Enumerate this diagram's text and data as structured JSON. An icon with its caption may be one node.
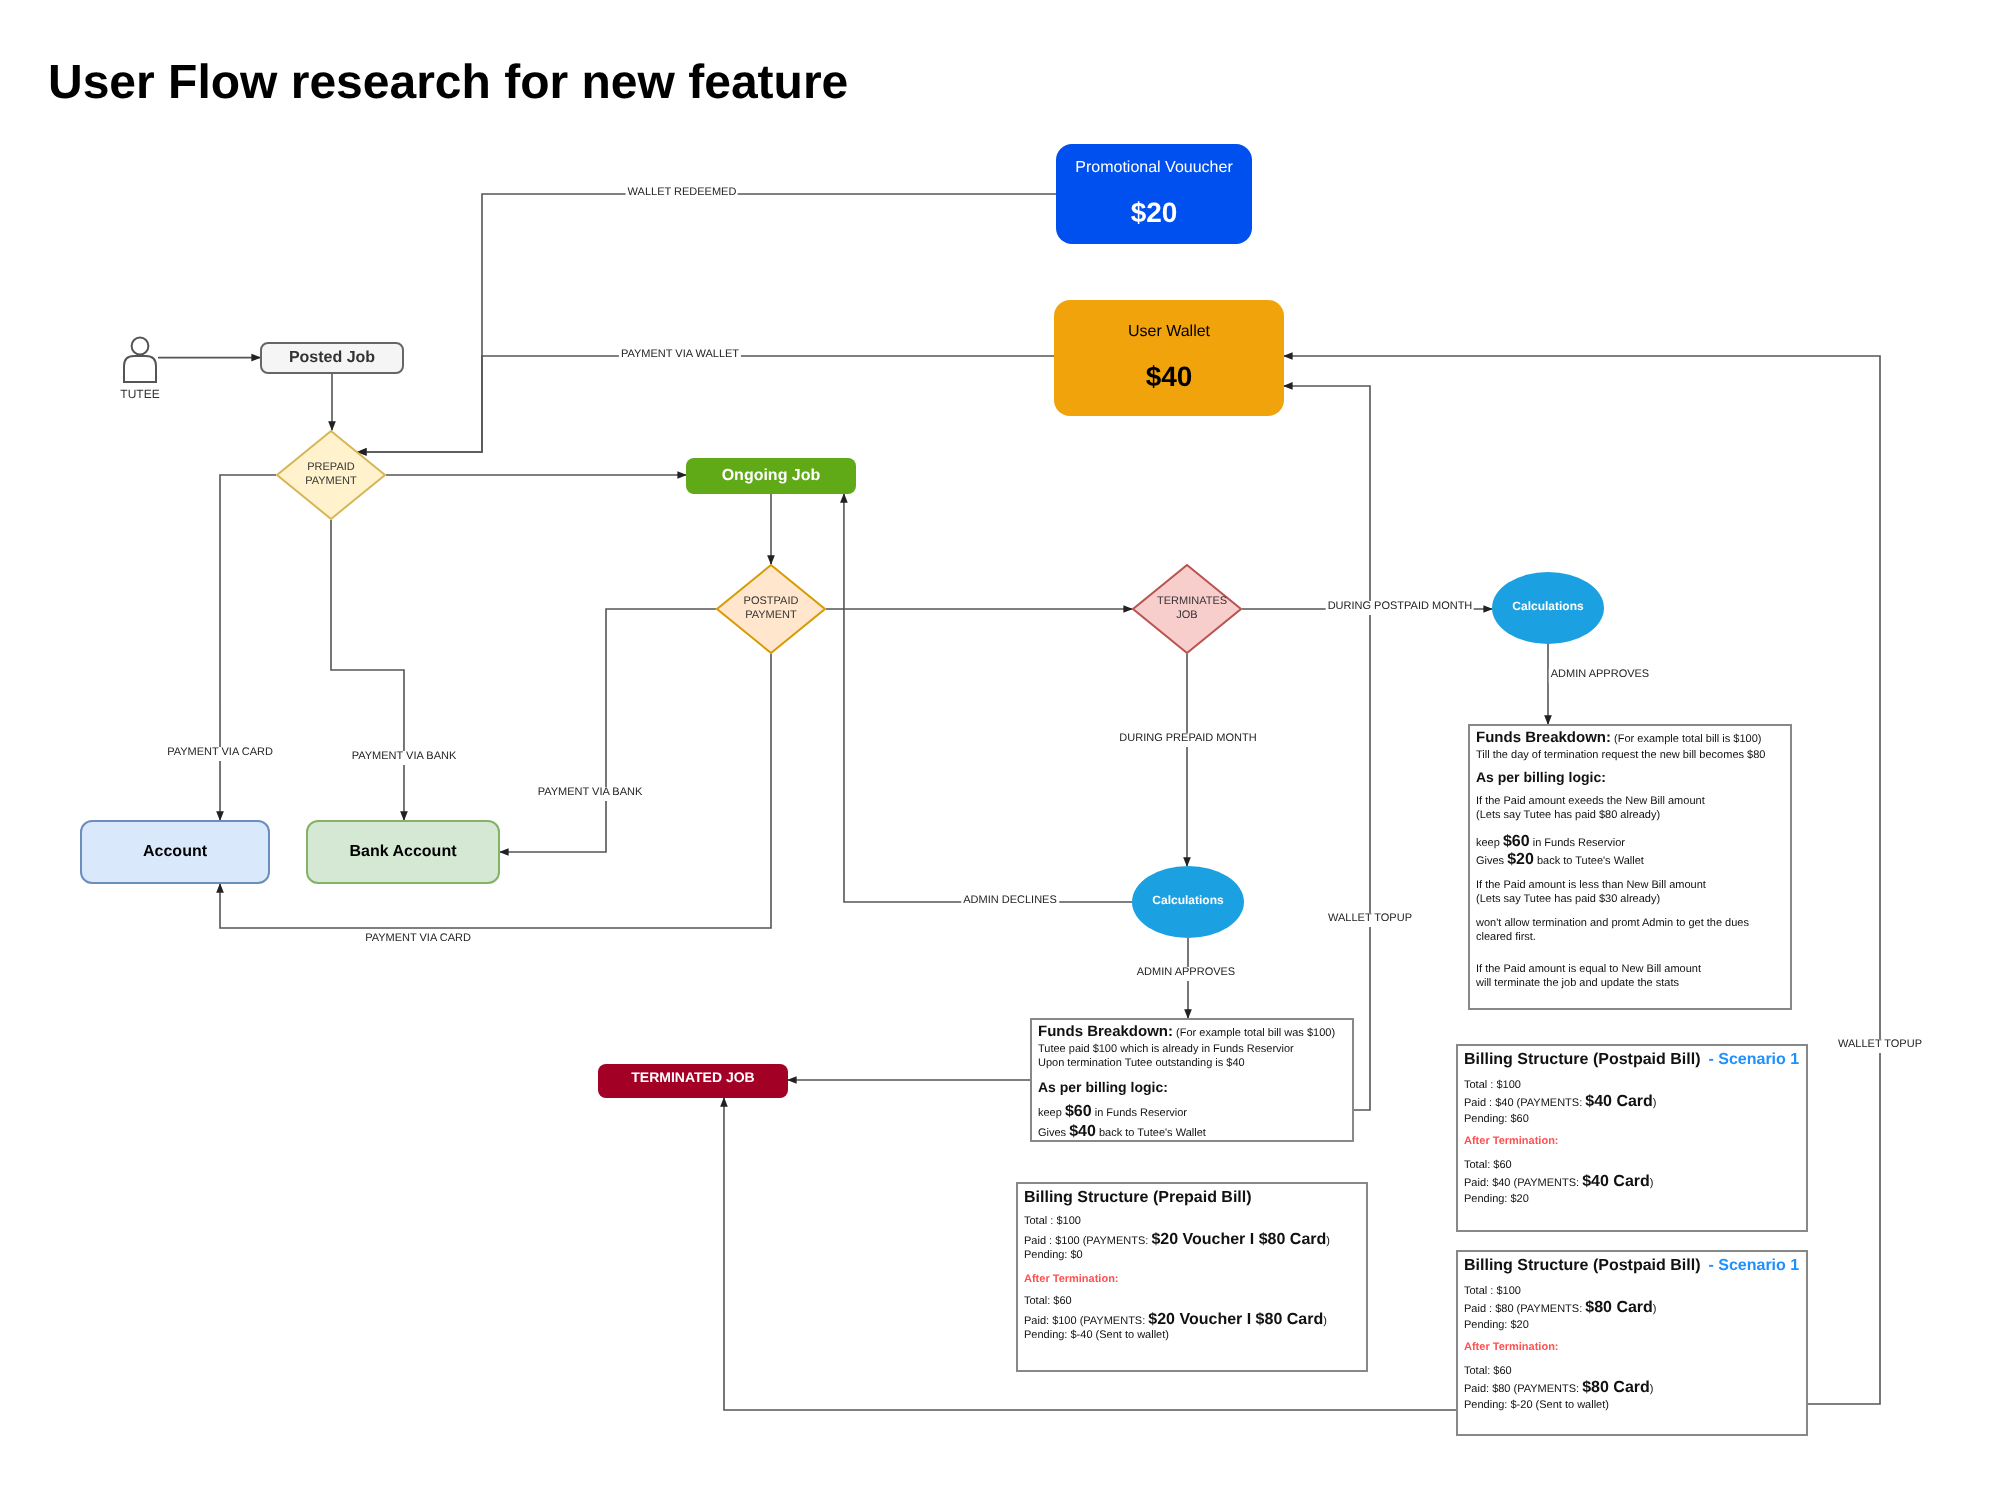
{
  "diagram": {
    "title": "User Flow research for new feature",
    "nodes": [
      {
        "text": [
          "TUTEE"
        ]
      },
      {
        "text": [
          "Posted Job"
        ]
      },
      {
        "text": [
          "PREPAID PAYMENT"
        ]
      },
      {
        "text": [
          "Promotional Vouucher",
          "$20"
        ]
      },
      {
        "text": [
          "User Wallet",
          "$40"
        ]
      },
      {
        "text": [
          "Ongoing Job"
        ]
      },
      {
        "text": [
          "POSTPAID PAYMENT"
        ]
      },
      {
        "text": [
          "TERMINATES JOB"
        ]
      },
      {
        "text": [
          "Calculations"
        ]
      },
      {
        "text": [
          "**Funds Breakdown:** (For example total bill is $100)",
          "Till the day of termination request the new bill becomes $80",
          "As per billing logic:",
          "If the Paid amount exeeds the New Bill amount",
          "(Lets say Tutee has paid $80 already)",
          "keep **$60** in Funds Reservior",
          "Gives **$20** back to Tutee's Wallet",
          "If the Paid amount is less than New Bill amount",
          "(Lets say Tutee has paid $30 already)",
          "won't allow termination and promt Admin to get the dues cleared first.",
          "If the Paid amount is equal to New Bill amount",
          "will terminate the job and update the stats"
        ]
      },
      {
        "text": [
          "Account"
        ]
      },
      {
        "text": [
          "Bank Account"
        ]
      },
      {
        "text": [
          "Calculations"
        ]
      },
      {
        "text": [
          "**Funds Breakdown:** (For example total bill was $100)",
          "Tutee paid $100 which is already in Funds Reservior",
          "Upon termination Tutee outstanding is $40",
          "As per billing logic:",
          "keep **$60** in Funds Reservior",
          "Gives **$40** back to Tutee's Wallet"
        ]
      },
      {
        "text": [
          "TERMINATED JOB"
        ]
      },
      {
        "text": [
          "Billing Structure (Prepaid Bill)",
          "Total : $100",
          "Paid : $100  (PAYMENTS: **$20 Voucher  I  $80 Card**)",
          "Pending: $0",
          "After Termination:",
          "Total: $60",
          "Paid: $100 (PAYMENTS: **$20 Voucher  I  $80 Card**)",
          "Pending: $-40 (Sent to wallet)"
        ]
      },
      {
        "text": [
          "Billing Structure (Postpaid Bill)",
          "-  Scenario 1",
          "Total : $100",
          "Paid : $40 (PAYMENTS: **$40 Card**)",
          "Pending: $60",
          "After Termination:",
          "Total: $60",
          "Paid: $40 (PAYMENTS: **$40 Card**)",
          "Pending: $20"
        ]
      },
      {
        "text": [
          "Billing Structure (Postpaid Bill)",
          "-  Scenario 1",
          "Total : $100",
          "Paid : $80 (PAYMENTS: **$80 Card**)",
          "Pending: $20",
          "After Termination:",
          "Total: $60",
          "Paid: $80 (PAYMENTS: **$80 Card**)",
          "Pending: $-20 (Sent to wallet)"
        ]
      }
    ],
    "edges": [
      {
        "from": 0,
        "to": 1,
        "arrow": "to"
      },
      {
        "from": 1,
        "to": 2,
        "arrow": "to"
      },
      {
        "from": 3,
        "to": 2,
        "arrow": "to",
        "label": "WALLET REDEEMED"
      },
      {
        "from": 4,
        "to": 2,
        "arrow": "to",
        "label": "PAYMENT VIA WALLET"
      },
      {
        "from": 2,
        "to": 5,
        "arrow": "to"
      },
      {
        "from": 2,
        "to": 10,
        "arrow": "to",
        "label": "PAYMENT VIA CARD"
      },
      {
        "from": 2,
        "to": 11,
        "arrow": "to",
        "label": "PAYMENT VIA BANK"
      },
      {
        "from": 5,
        "to": 6,
        "arrow": "to"
      },
      {
        "from": 6,
        "to": 11,
        "arrow": "to",
        "label": "PAYMENT VIA BANK"
      },
      {
        "from": 6,
        "to": 10,
        "arrow": "to",
        "label": "PAYMENT VIA CARD"
      },
      {
        "from": 6,
        "to": 7,
        "arrow": "to"
      },
      {
        "from": 7,
        "to": 8,
        "arrow": "to",
        "label": "DURING POSTPAID MONTH"
      },
      {
        "from": 7,
        "to": 12,
        "arrow": "to",
        "label": "DURING PREPAID MONTH"
      },
      {
        "from": 12,
        "to": 5,
        "arrow": "to",
        "label": "ADMIN DECLINES"
      },
      {
        "from": 12,
        "to": 13,
        "arrow": "to",
        "label": "ADMIN APPROVES"
      },
      {
        "from": 8,
        "to": 9,
        "arrow": "to",
        "label": "ADMIN APPROVES"
      },
      {
        "from": 13,
        "to": 14,
        "arrow": "to"
      },
      {
        "from": 13,
        "to": 4,
        "arrow": "to",
        "label": "WALLET TOPUP"
      },
      {
        "from": 17,
        "to": 4,
        "arrow": "to",
        "label": "WALLET TOPUP"
      },
      {
        "from": 17,
        "to": 14,
        "arrow": "to"
      }
    ]
  }
}
